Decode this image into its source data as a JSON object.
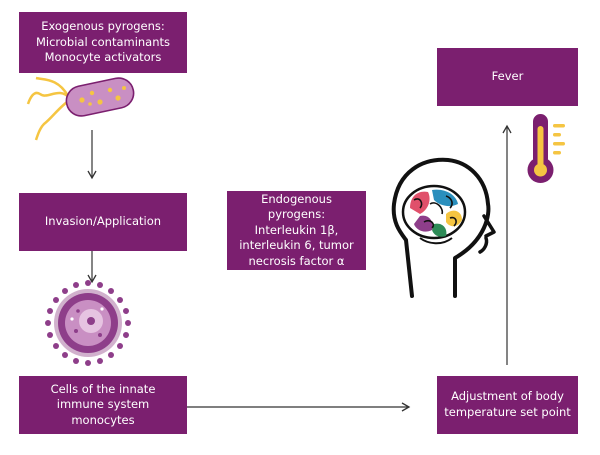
{
  "boxes": {
    "exogenous": "Exogenous pyrogens:\nMicrobial contaminants\nMonocyte activators",
    "invasion": "Invasion/Application",
    "cells": "Cells of the innate\nimmune system\nmonocytes",
    "endogenous": "Endogenous pyrogens:\nInterleukin 1β,\ninterleukin 6, tumor\nnecrosis factor α",
    "fever": "Fever",
    "adjustment": "Adjustment of body\ntemperature set point"
  },
  "icons": [
    "bacterium-icon",
    "monocyte-icon",
    "brain-head-icon",
    "thermometer-icon"
  ],
  "colors": {
    "box": "#7b1f6f",
    "icon_purple": "#8e3e8a",
    "icon_light": "#c98fc3",
    "yellow": "#f5c542",
    "arrow": "#333333"
  }
}
